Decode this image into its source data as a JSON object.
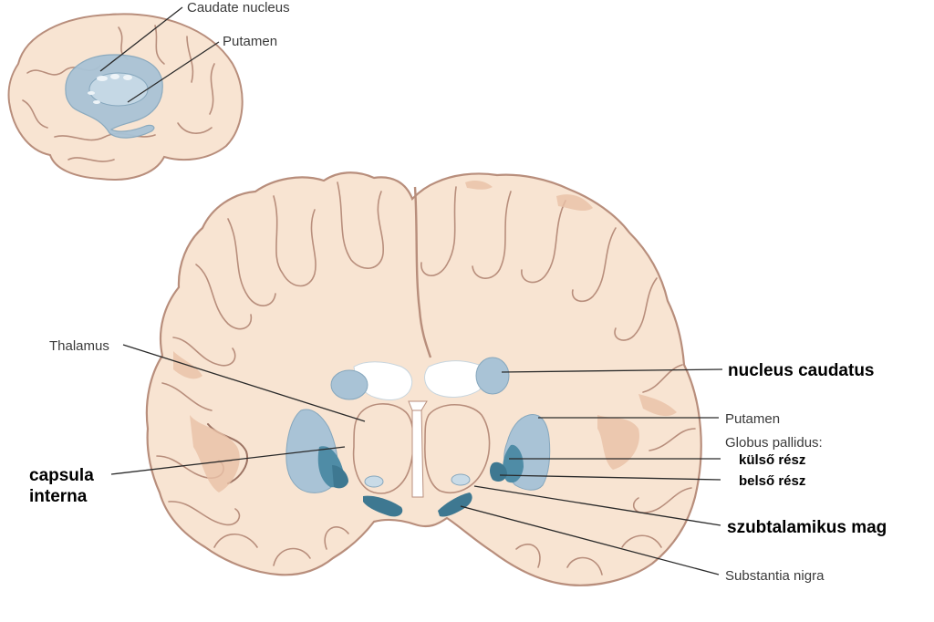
{
  "inset": {
    "labels": {
      "caudate_nucleus": "Caudate nucleus",
      "putamen": "Putamen"
    }
  },
  "labels": {
    "thalamus": "Thalamus",
    "capsula_interna_line1": "capsula",
    "capsula_interna_line2": "interna",
    "nucleus_caudatus": "nucleus caudatus",
    "putamen": "Putamen",
    "globus_pallidus": "Globus pallidus:",
    "kulso_resz": "külső rész",
    "belso_resz": "belső rész",
    "szubtalamikus_mag": "szubtalamikus mag",
    "substantia_nigra": "Substantia nigra"
  },
  "colors": {
    "brain_tissue": "#f8e4d2",
    "brain_outline": "#b88e7c",
    "gray_matter_dark": "#e9c1a6",
    "caudate_light_blue": "#a9c3d6",
    "globus_pallidus_teal": "#4f8ca6",
    "subthalamic_light": "#c9dbe7",
    "substantia_nigra_teal": "#3e7891",
    "ventricle_white": "#ffffff"
  }
}
